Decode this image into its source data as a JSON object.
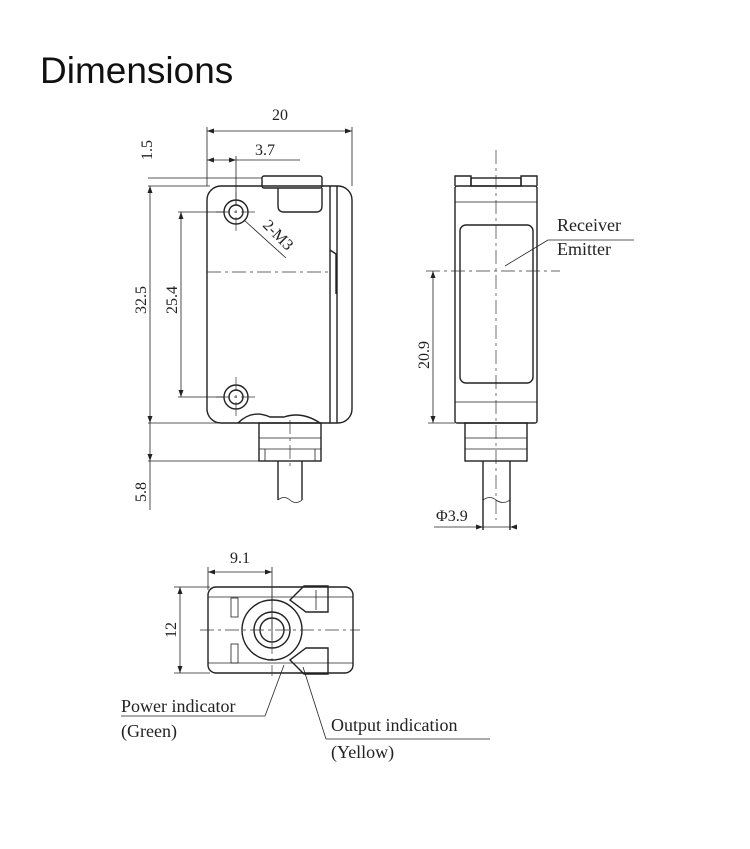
{
  "title": "Dimensions",
  "dimensions": {
    "overall_width": "20",
    "top_offset": "1.5",
    "hole_offset": "3.7",
    "thread_callout": "2-M3",
    "body_height": "32.5",
    "hole_spacing": "25.4",
    "connector_length": "5.8",
    "optical_axis_height": "20.9",
    "cable_diameter": "Φ3.9",
    "bottom_offset": "9.1",
    "bottom_depth": "12"
  },
  "labels": {
    "receiver": "Receiver",
    "emitter": "Emitter",
    "power_indicator": "Power indicator",
    "power_indicator_color": "(Green)",
    "output_indication": "Output indication",
    "output_indication_color": "(Yellow)"
  }
}
